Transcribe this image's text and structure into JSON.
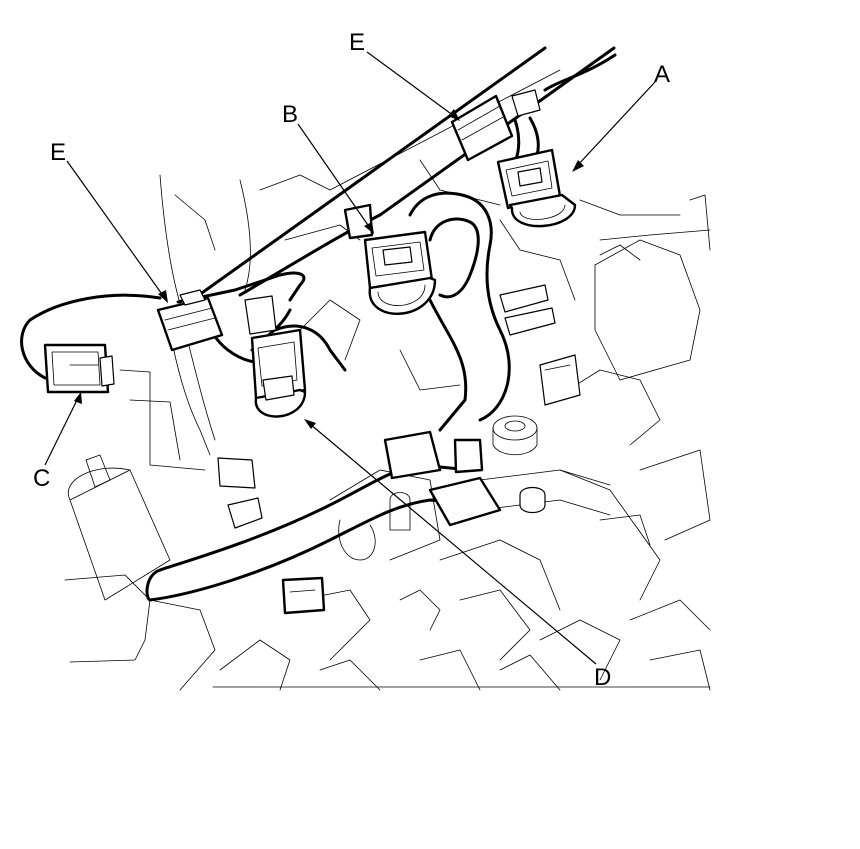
{
  "callouts": {
    "a": "A",
    "b": "B",
    "c": "C",
    "d": "D",
    "e_top": "E",
    "e_left": "E"
  },
  "colors": {
    "line": "#000000",
    "background": "#ffffff"
  }
}
